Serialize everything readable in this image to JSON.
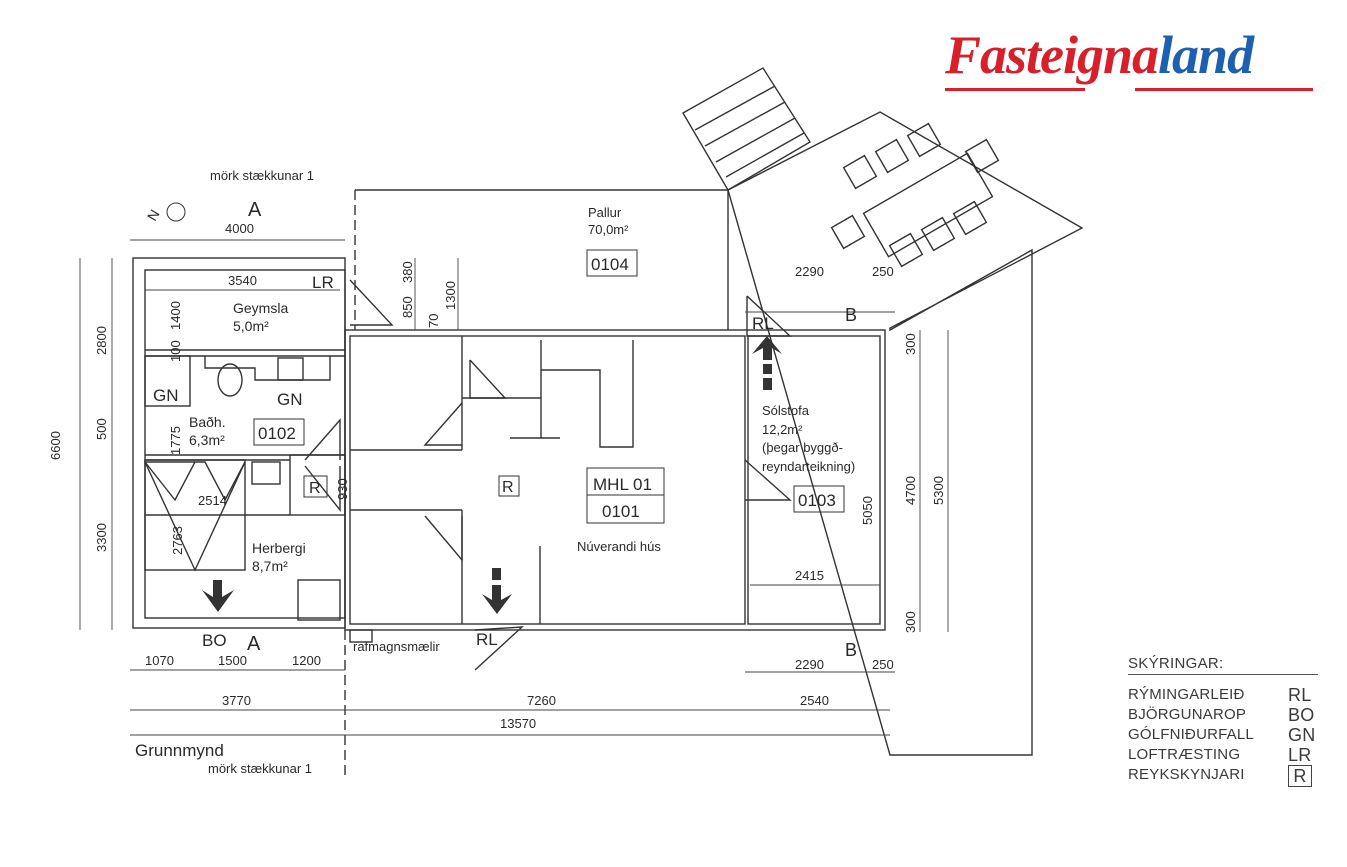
{
  "logo": {
    "part1": "Fasteigna",
    "part2": "land",
    "color_red": "#d7202a",
    "color_blue": "#1d5fb0"
  },
  "plan_title": "Grunnmynd",
  "boundary_label": "mörk stækkunar 1",
  "section_marks": {
    "a": "A",
    "b": "B"
  },
  "north_symbol": "N",
  "rooms": {
    "geymsla": {
      "name": "Geymsla",
      "area": "5,0m²"
    },
    "badh": {
      "name": "Baðh.",
      "area": "6,3m²",
      "id": "0102"
    },
    "herbergi": {
      "name": "Herbergi",
      "area": "8,7m²"
    },
    "main": {
      "unit": "MHL 01",
      "id": "0101",
      "name": "Núverandi hús"
    },
    "solstofa": {
      "name": "Sólstofa",
      "area": "12,2m²",
      "note1": "(þegar byggð-",
      "note2": "reyndarteikning)",
      "id": "0103"
    },
    "pallur": {
      "name": "Pallur",
      "area": "70,0m²",
      "id": "0104"
    }
  },
  "symbols": {
    "rl": "RL",
    "lr": "LR",
    "gn": "GN",
    "bo": "BO",
    "r": "R"
  },
  "meter_label": "rafmagnsmælir",
  "dimensions": {
    "top_4000": "4000",
    "geymsla_width": "3540",
    "geymsla_depth": "1400",
    "gap_100": "100",
    "bath_1775": "1775",
    "bed_2514": "2514",
    "bed_2763": "2763",
    "hall_930": "930",
    "d850": "850",
    "d380": "380",
    "d70": "70",
    "d1300": "1300",
    "left_6600": "6600",
    "left_2800": "2800",
    "left_500": "500",
    "left_3300": "3300",
    "bottom_1070": "1070",
    "bottom_1500": "1500",
    "bottom_1200": "1200",
    "bottom_3770": "3770",
    "bottom_7260": "7260",
    "bottom_2540": "2540",
    "bottom_13570": "13570",
    "sol_2290_top": "2290",
    "sol_250_top": "250",
    "sol_2290_bottom": "2290",
    "sol_250_bottom": "250",
    "sol_2415": "2415",
    "sol_5050": "5050",
    "right_300_top": "300",
    "right_4700": "4700",
    "right_300_bottom": "300",
    "right_5300": "5300"
  },
  "legend": {
    "title": "SKÝRINGAR:",
    "items": [
      {
        "label": "RÝMINGARLEIÐ",
        "code": "RL"
      },
      {
        "label": "BJÖRGUNAROP",
        "code": "BO"
      },
      {
        "label": "GÓLFNIÐURFALL",
        "code": "GN"
      },
      {
        "label": "LOFTRÆSTING",
        "code": "LR"
      },
      {
        "label": "REYKSKYNJARI",
        "code": "R"
      }
    ]
  }
}
